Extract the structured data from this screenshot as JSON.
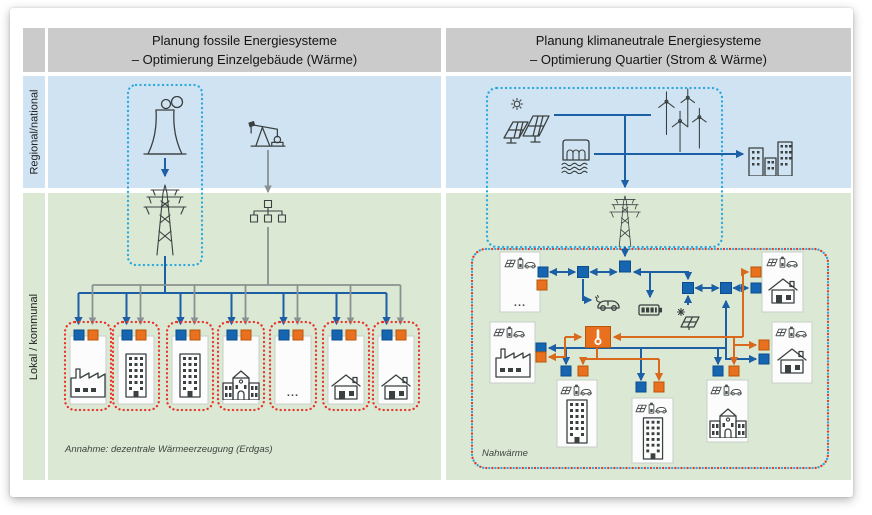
{
  "texts": {
    "header_left_line1": "Planung fossile Energiesysteme",
    "header_left_line2": "– Optimierung Einzelgebäude (Wärme)",
    "header_right_line1": "Planung klimaneutrale Energiesysteme",
    "header_right_line2": "– Optimierung Quartier (Strom & Wärme)",
    "sidebar_top": "Regional/national",
    "sidebar_bottom": "Lokal / kommunal",
    "caption_left": "Annahme: dezentrale Wärmeerzeugung (Erdgas)",
    "caption_right": "Nahwärme",
    "ellipsis": "..."
  },
  "colors": {
    "header_bg": "#cbcbcb",
    "band_regional_blue": "#d0e3f2",
    "band_local_green": "#dae8d4",
    "electricity_blue": "#1c5fa5",
    "node_blue": "#1565b0",
    "heat_orange": "#e8701f",
    "boundary_red_dotted": "#e8352a",
    "boundary_cyan_dotted": "#29a8df",
    "gas_gray": "#8a9191",
    "icon_stroke": "#3a4040"
  }
}
